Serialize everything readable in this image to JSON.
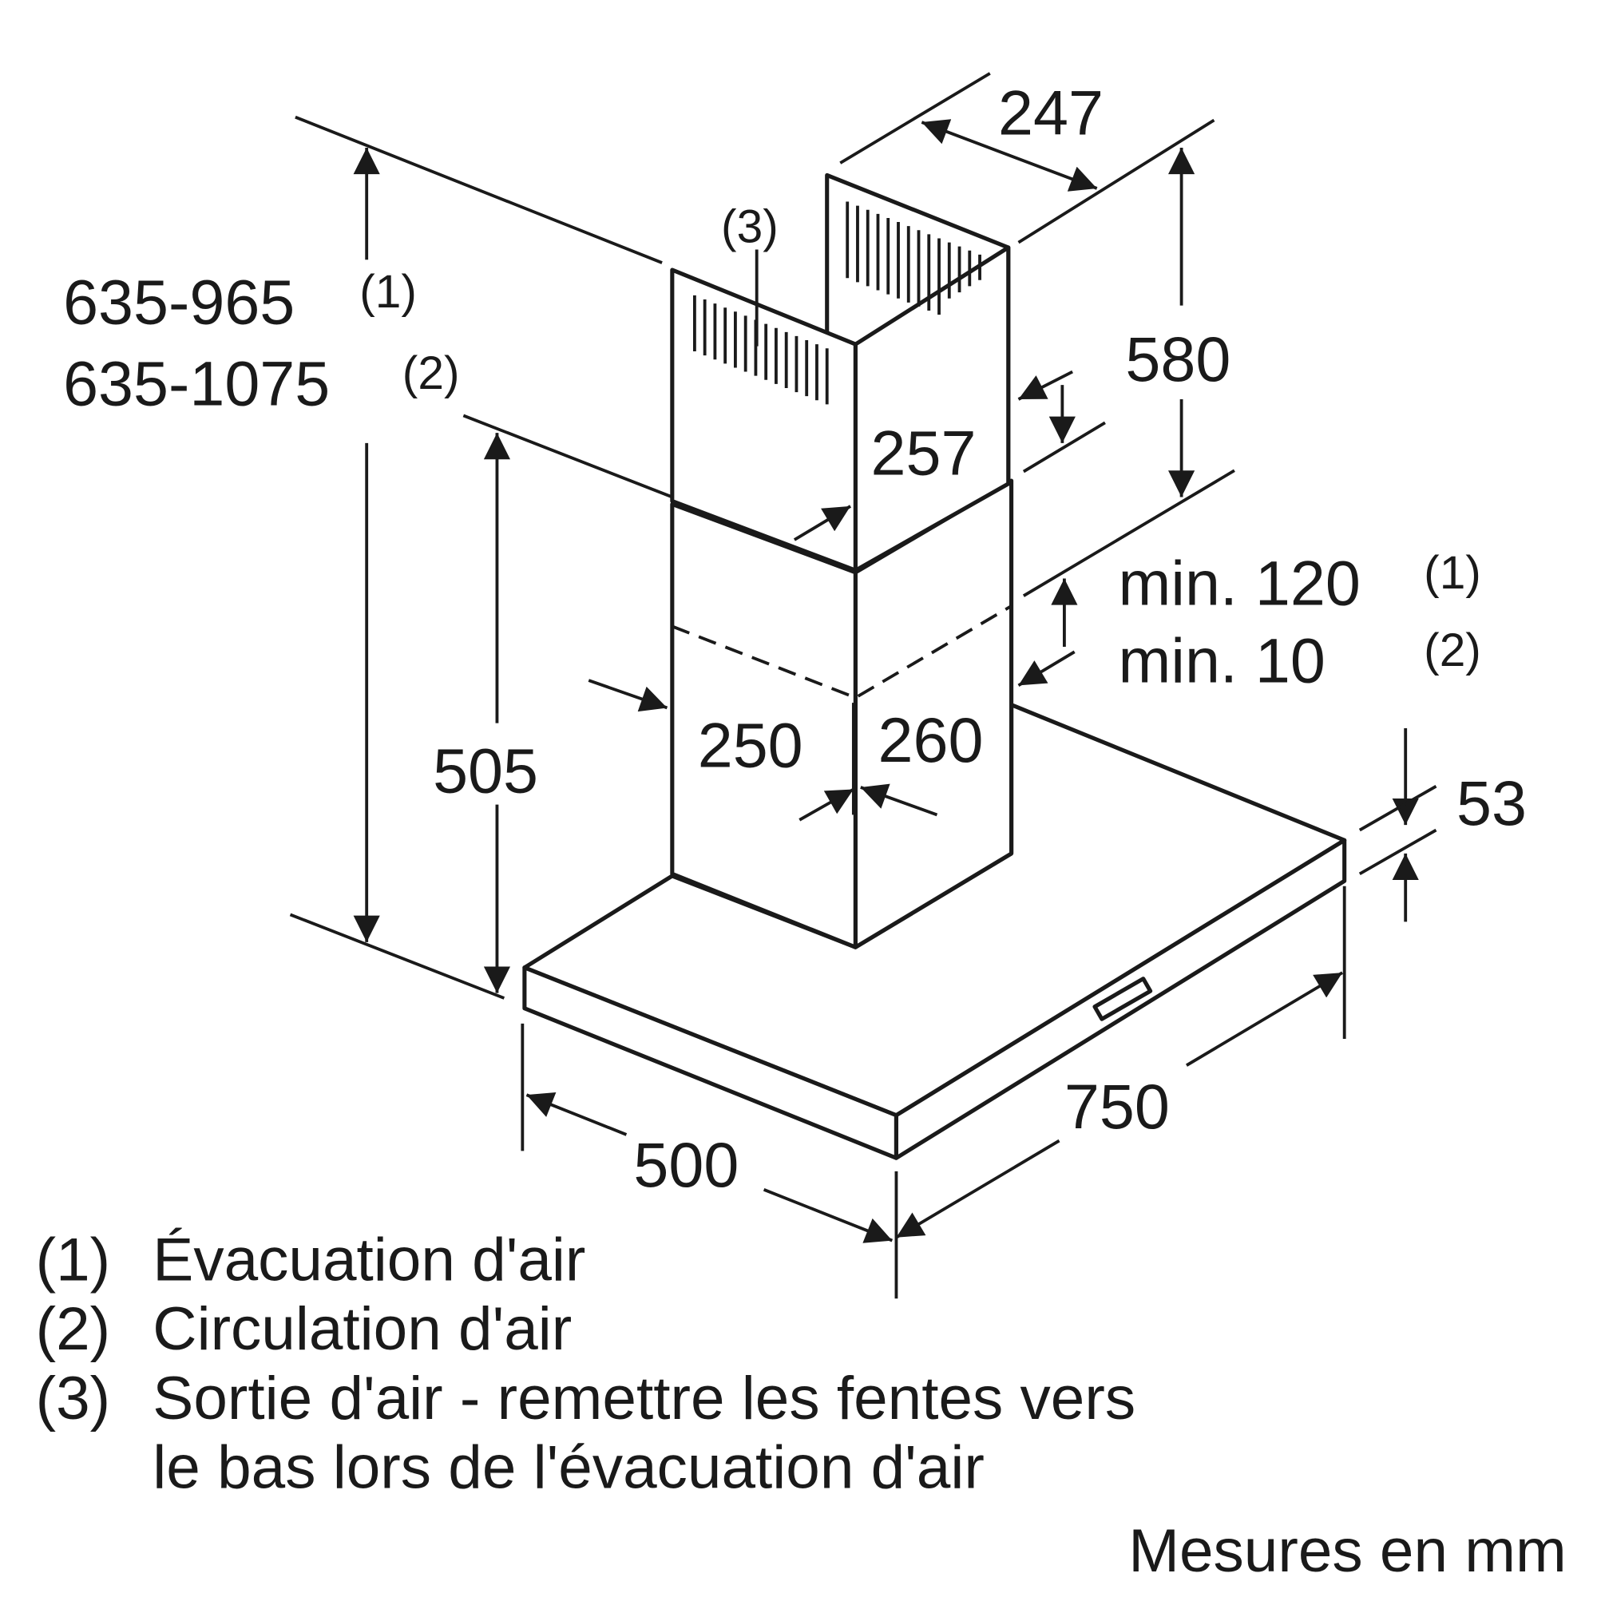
{
  "dimensions": {
    "height_total_1": "635-965",
    "height_total_2": "635-1075",
    "note_1": "(1)",
    "note_2": "(2)",
    "note_3": "(3)",
    "chimney_depth": "247",
    "chimney_upper_height": "580",
    "chimney_upper_width": "257",
    "min_gap_1": "min. 120",
    "min_gap_2": "min. 10",
    "hood_height": "505",
    "chimney_lower_width": "250",
    "chimney_lower_depth": "260",
    "canopy_thickness": "53",
    "width": "750",
    "depth": "500"
  },
  "legend": [
    {
      "key": "(1)",
      "text": "Évacuation d'air"
    },
    {
      "key": "(2)",
      "text": "Circulation d'air"
    },
    {
      "key": "(3)",
      "text": "Sortie d'air - remettre les fentes vers"
    },
    {
      "key": "",
      "text": "le bas lors de l'évacuation d'air"
    }
  ],
  "units": "Mesures en mm"
}
